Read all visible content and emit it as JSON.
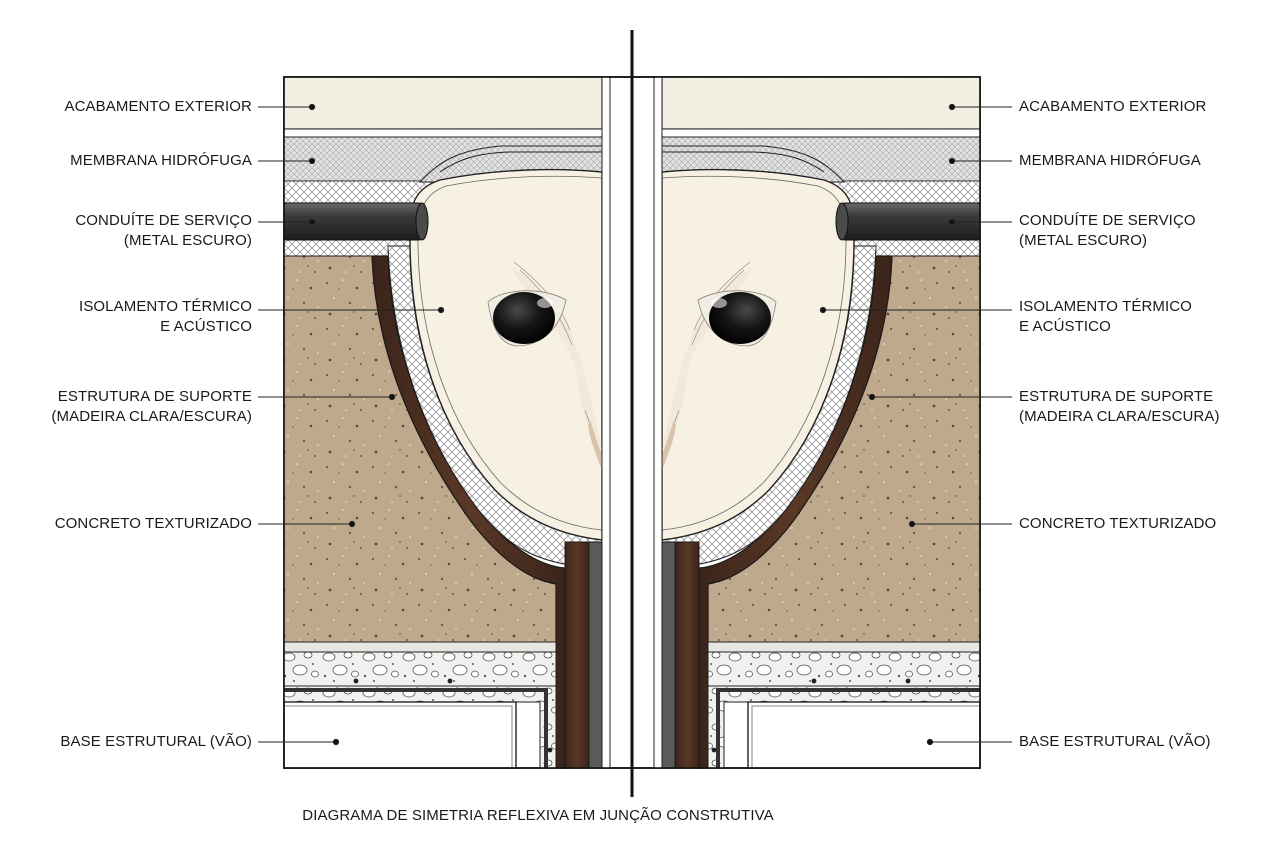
{
  "labels_left": [
    {
      "key": "exterior-finish",
      "lines": [
        "ACABAMENTO EXTERIOR"
      ]
    },
    {
      "key": "waterproof-membrane",
      "lines": [
        "MEMBRANA HIDRÓFUGA"
      ]
    },
    {
      "key": "service-conduit",
      "lines": [
        "CONDUÍTE DE SERVIÇO",
        "(METAL ESCURO)"
      ]
    },
    {
      "key": "thermal-insulation",
      "lines": [
        "ISOLAMENTO TÉRMICO",
        "E ACÚSTICO"
      ]
    },
    {
      "key": "support-structure",
      "lines": [
        "ESTRUTURA DE SUPORTE",
        "(MADEIRA CLARA/ESCURA)"
      ]
    },
    {
      "key": "textured-concrete",
      "lines": [
        "CONCRETO TEXTURIZADO"
      ]
    },
    {
      "key": "structural-base",
      "lines": [
        "BASE ESTRUTURAL (VÃO)"
      ]
    }
  ],
  "labels_right": [
    {
      "key": "exterior-finish",
      "lines": [
        "ACABAMENTO EXTERIOR"
      ]
    },
    {
      "key": "waterproof-membrane",
      "lines": [
        "MEMBRANA HIDRÓFUGA"
      ]
    },
    {
      "key": "service-conduit",
      "lines": [
        "CONDUÍTE DE SERVIÇO",
        "(METAL ESCURO)"
      ]
    },
    {
      "key": "thermal-insulation",
      "lines": [
        "ISOLAMENTO TÉRMICO",
        "E ACÚSTICO"
      ]
    },
    {
      "key": "support-structure",
      "lines": [
        "ESTRUTURA DE SUPORTE",
        "(MADEIRA CLARA/ESCURA)"
      ]
    },
    {
      "key": "textured-concrete",
      "lines": [
        "CONCRETO TEXTURIZADO"
      ]
    },
    {
      "key": "structural-base",
      "lines": [
        "BASE ESTRUTURAL (VÃO)"
      ]
    }
  ],
  "caption": "DIAGRAMA DE SIMETRIA REFLEXIVA EM JUNÇÃO CONSTRUTIVA",
  "colors": {
    "finish": "#f3efe3",
    "membrane": "#dcdcdc",
    "conduit": "#3b3b3b",
    "insulation": "#ece9e4",
    "core": "#f7f1e4",
    "wood_dark": "#4a2e22",
    "concrete": "#bfa98c",
    "gravel": "#f1f1ef",
    "base_frame": "#c9c9c9",
    "eye": "#161616",
    "axis": "#111111"
  }
}
